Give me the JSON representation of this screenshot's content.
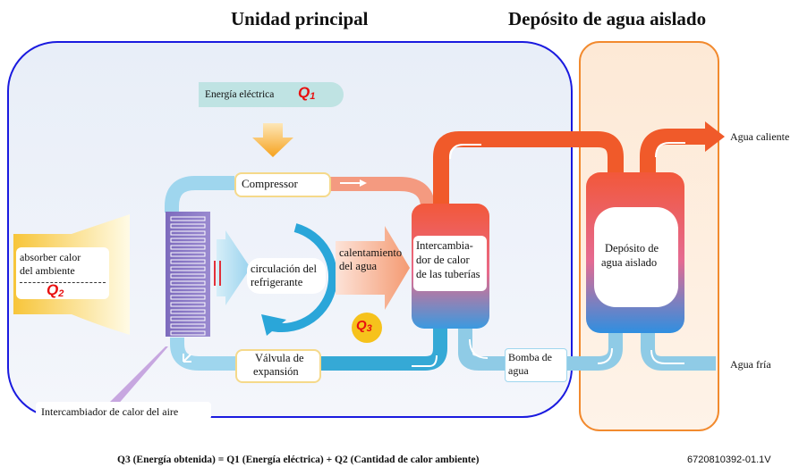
{
  "headers": {
    "main_unit": "Unidad principal",
    "tank": "Depósito de agua aislado"
  },
  "labels": {
    "electric_energy": "Energía eléctrica",
    "q1": "Q",
    "q1_sub": "1",
    "compressor": "Compressor",
    "absorb_line1": "absorber calor",
    "absorb_line2": "del ambiente",
    "q2": "Q",
    "q2_sub": "2",
    "refrigerant_line1": "circulación del",
    "refrigerant_line2": "refrigerante",
    "heating_line1": "calentamiento",
    "heating_line2": "del agua",
    "q3": "Q",
    "q3_sub": "3",
    "hx_line1": "Intercambia-",
    "hx_line2": "dor de calor",
    "hx_line3": "de las tuberías",
    "tank_line1": "Depósito de",
    "tank_line2": "agua aislado",
    "hot_water": "Agua caliente",
    "cold_water": "Agua fría",
    "pump_line1": "Bomba de",
    "pump_line2": "agua",
    "valve_line1": "Válvula de",
    "valve_line2": "expansión",
    "air_hx": "Intercambiador de calor del aire",
    "formula": "Q3 (Energía obtenida) = Q1 (Energía eléctrica) + Q2 (Cantidad de calor ambiente)",
    "code": "6720810392-01.1V"
  },
  "colors": {
    "main_unit_border": "#1a1adf",
    "tank_border": "#f28a2e",
    "cold_pipe": "#35a9d6",
    "hot_pipe": "#f05a2a",
    "q_red": "#e81010"
  }
}
